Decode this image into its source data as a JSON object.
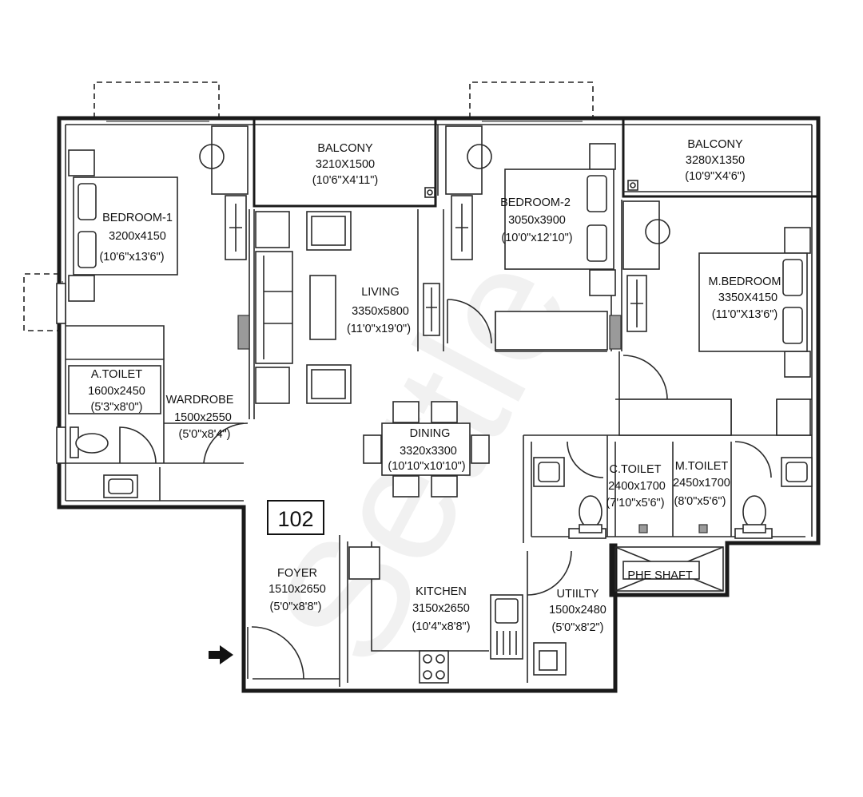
{
  "watermark": "Settle",
  "unit_number": "102",
  "rooms": {
    "balcony_living": {
      "name": "BALCONY",
      "size": "3210X1500",
      "imperial": "(10'6\"X4'11\")"
    },
    "balcony_master": {
      "name": "BALCONY",
      "size": "3280X1350",
      "imperial": "(10'9\"X4'6\")"
    },
    "bedroom_1": {
      "name": "BEDROOM-1",
      "size": "3200x4150",
      "imperial": "(10'6\"x13'6\")"
    },
    "bedroom_2": {
      "name": "BEDROOM-2",
      "size": "3050x3900",
      "imperial": "(10'0\"x12'10\")"
    },
    "master_bedroom": {
      "name": "M.BEDROOM",
      "size": "3350X4150",
      "imperial": "(11'0\"X13'6\")"
    },
    "living": {
      "name": "LIVING",
      "size": "3350x5800",
      "imperial": "(11'0\"x19'0\")"
    },
    "dining": {
      "name": "DINING",
      "size": "3320x3300",
      "imperial": "(10'10\"x10'10\")"
    },
    "attached_toilet": {
      "name": "A.TOILET",
      "size": "1600x2450",
      "imperial": "(5'3\"x8'0\")"
    },
    "wardrobe": {
      "name": "WARDROBE",
      "size": "1500x2550",
      "imperial": "(5'0\"x8'4\")"
    },
    "common_toilet": {
      "name": "C.TOILET",
      "size": "2400x1700",
      "imperial": "(7'10\"x5'6\")"
    },
    "master_toilet": {
      "name": "M.TOILET",
      "size": "2450x1700",
      "imperial": "(8'0\"x5'6\")"
    },
    "foyer": {
      "name": "FOYER",
      "size": "1510x2650",
      "imperial": "(5'0\"x8'8\")"
    },
    "kitchen": {
      "name": "KITCHEN",
      "size": "3150x2650",
      "imperial": "(10'4\"x8'8\")"
    },
    "utility": {
      "name": "UTIILTY",
      "size": "1500x2480",
      "imperial": "(5'0\"x8'2\")"
    },
    "phe_shaft": {
      "name": "PHE SHAFT"
    }
  },
  "icons": {
    "entry": "arrow-right-icon",
    "door": "door-swing-icon",
    "bed": "bed-icon",
    "sofa": "sofa-icon",
    "table": "dining-table-icon",
    "wc": "toilet-icon",
    "basin": "wash-basin-icon",
    "stove": "stove-icon",
    "sink": "kitchen-sink-icon",
    "washer": "washing-machine-icon",
    "ac": "ac-unit-icon",
    "shaft": "phe-shaft-icon"
  }
}
